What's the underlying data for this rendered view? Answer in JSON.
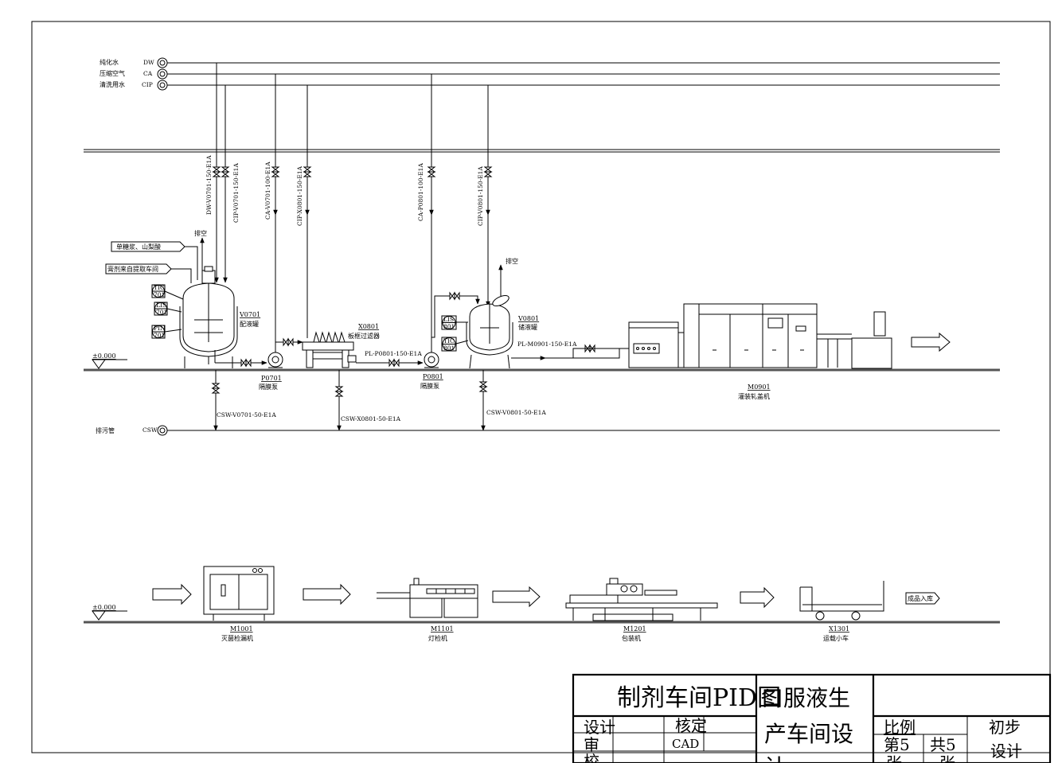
{
  "utilities": {
    "dw_label": "纯化水",
    "dw_code": "DW",
    "ca_label": "压缩空气",
    "ca_code": "CA",
    "cip_label": "清洗用水",
    "cip_code": "CIP",
    "csw_label": "排污管",
    "csw_code": "CSW"
  },
  "pipe_labels": {
    "dw_v0701": "DW-V0701-150-E1A",
    "cip_v0701": "CIP-V0701-150-E1A",
    "ca_v0701": "CA-V0701-100-E1A",
    "cip_x0801": "CIP-X0801-150-E1A",
    "ca_p0801": "CA-P0801-100-E1A",
    "cip_v0801": "CIP-V0801-150-E1A",
    "pl_p0801": "PL-P0801-150-E1A",
    "pl_m0901": "PL-M0901-150-E1A",
    "csw_v0701": "CSW-V0701-50-E1A",
    "csw_x0801": "CSW-X0801-50-E1A",
    "csw_v0801": "CSW-V0801-50-E1A"
  },
  "inlets": {
    "syrup": "单糖浆、山梨酸",
    "extract": "膏剂来自提取车间"
  },
  "vent_label": "排空",
  "level_label": "±0.000",
  "instruments": {
    "tic701": [
      "TIC",
      "701"
    ],
    "lis701": [
      "LIS",
      "701"
    ],
    "pin701": [
      "PIN",
      "701"
    ],
    "lis801": [
      "LIS",
      "801"
    ],
    "tic801": [
      "TIC",
      "801"
    ]
  },
  "equipment": {
    "v0701": {
      "tag": "V0701",
      "name": "配液罐"
    },
    "p0701": {
      "tag": "P0701",
      "name": "隔膜泵"
    },
    "x0801": {
      "tag": "X0801",
      "name": "板框过滤器"
    },
    "p0801": {
      "tag": "P0801",
      "name": "隔膜泵"
    },
    "v0801": {
      "tag": "V0801",
      "name": "储液罐"
    },
    "m0901": {
      "tag": "M0901",
      "name": "灌装轧盖机"
    },
    "m1001": {
      "tag": "M1001",
      "name": "灭菌检漏机"
    },
    "m1101": {
      "tag": "M1101",
      "name": "灯检机"
    },
    "m1201": {
      "tag": "M1201",
      "name": "包装机"
    },
    "x1301": {
      "tag": "X1301",
      "name": "运载小车"
    }
  },
  "product_out": "成品入库",
  "title_block": {
    "drawing_title": "制剂车间PID图",
    "project_line1": "口服液生",
    "project_line2": "产车间设",
    "project_line3": "计",
    "design": "设计",
    "review": "审",
    "check": "校",
    "approve": "核定",
    "cad": "CAD",
    "scale": "比例",
    "sheet_no": "第5",
    "sheet_total": "共5",
    "sheet_unit_a": "张",
    "sheet_unit_b": "张",
    "stage_a": "初步",
    "stage_b": "设计"
  }
}
